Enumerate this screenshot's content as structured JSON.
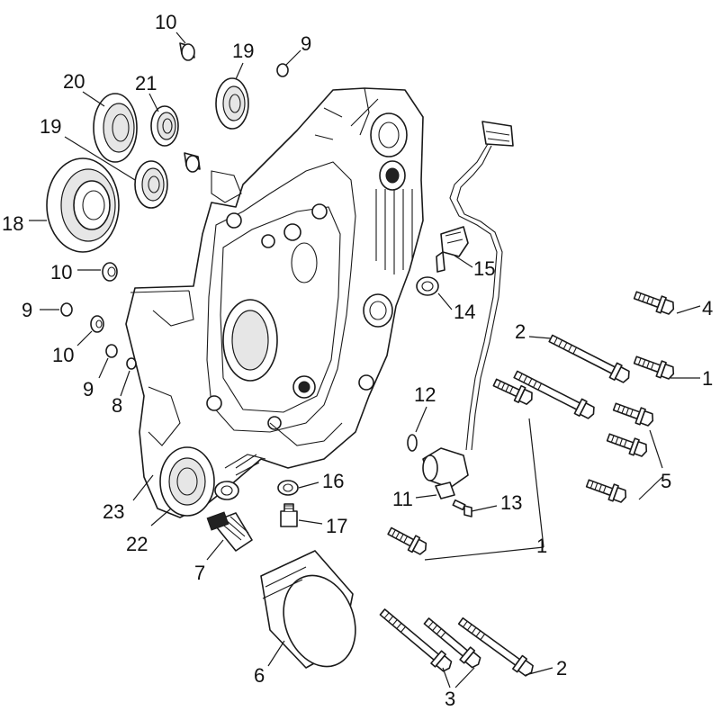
{
  "callouts": {
    "c1a": "1",
    "c1b": "1",
    "c2a": "2",
    "c2b": "2",
    "c3": "3",
    "c4": "4",
    "c5": "5",
    "c6": "6",
    "c7": "7",
    "c8": "8",
    "c9a": "9",
    "c9b": "9",
    "c9c": "9",
    "c10a": "10",
    "c10b": "10",
    "c10c": "10",
    "c11": "11",
    "c12": "12",
    "c13": "13",
    "c14": "14",
    "c15": "15",
    "c16": "16",
    "c17": "17",
    "c18": "18",
    "c19a": "19",
    "c19b": "19",
    "c20": "20",
    "c21": "21",
    "c22": "22",
    "c23": "23"
  },
  "icons": {
    "crankcase": "crankcase-cover-icon",
    "bolt": "flange-bolt-icon",
    "bearing": "ball-bearing-icon"
  }
}
